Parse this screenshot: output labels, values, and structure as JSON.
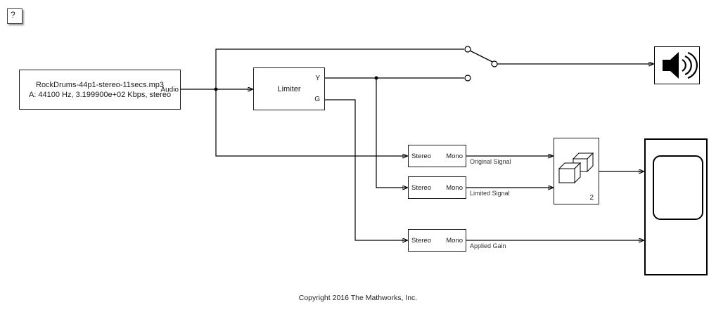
{
  "canvas": {
    "background": "#ffffff",
    "line_color": "#000000"
  },
  "help_button": {
    "label": "?"
  },
  "source_block": {
    "line1": "RockDrums-44p1-stereo-11secs.mp3",
    "line2": "A: 44100 Hz, 3.199900e+02 Kbps, stereo",
    "output_port": "Audio"
  },
  "limiter_block": {
    "label": "Limiter",
    "output_port_top": "Y",
    "output_port_bottom": "G"
  },
  "stereo_to_mono_blocks": [
    {
      "left_label": "Stereo",
      "right_label": "Mono",
      "signal_label": "Original Signal"
    },
    {
      "left_label": "Stereo",
      "right_label": "Mono",
      "signal_label": "Limited Signal"
    },
    {
      "left_label": "Stereo",
      "right_label": "Mono",
      "signal_label": "Applied Gain"
    }
  ],
  "concatenate_block": {
    "input_count": "2"
  },
  "audio_device_block": {
    "icon": "speaker-icon"
  },
  "footer": {
    "copyright": "Copyright 2016 The Mathworks, Inc."
  }
}
